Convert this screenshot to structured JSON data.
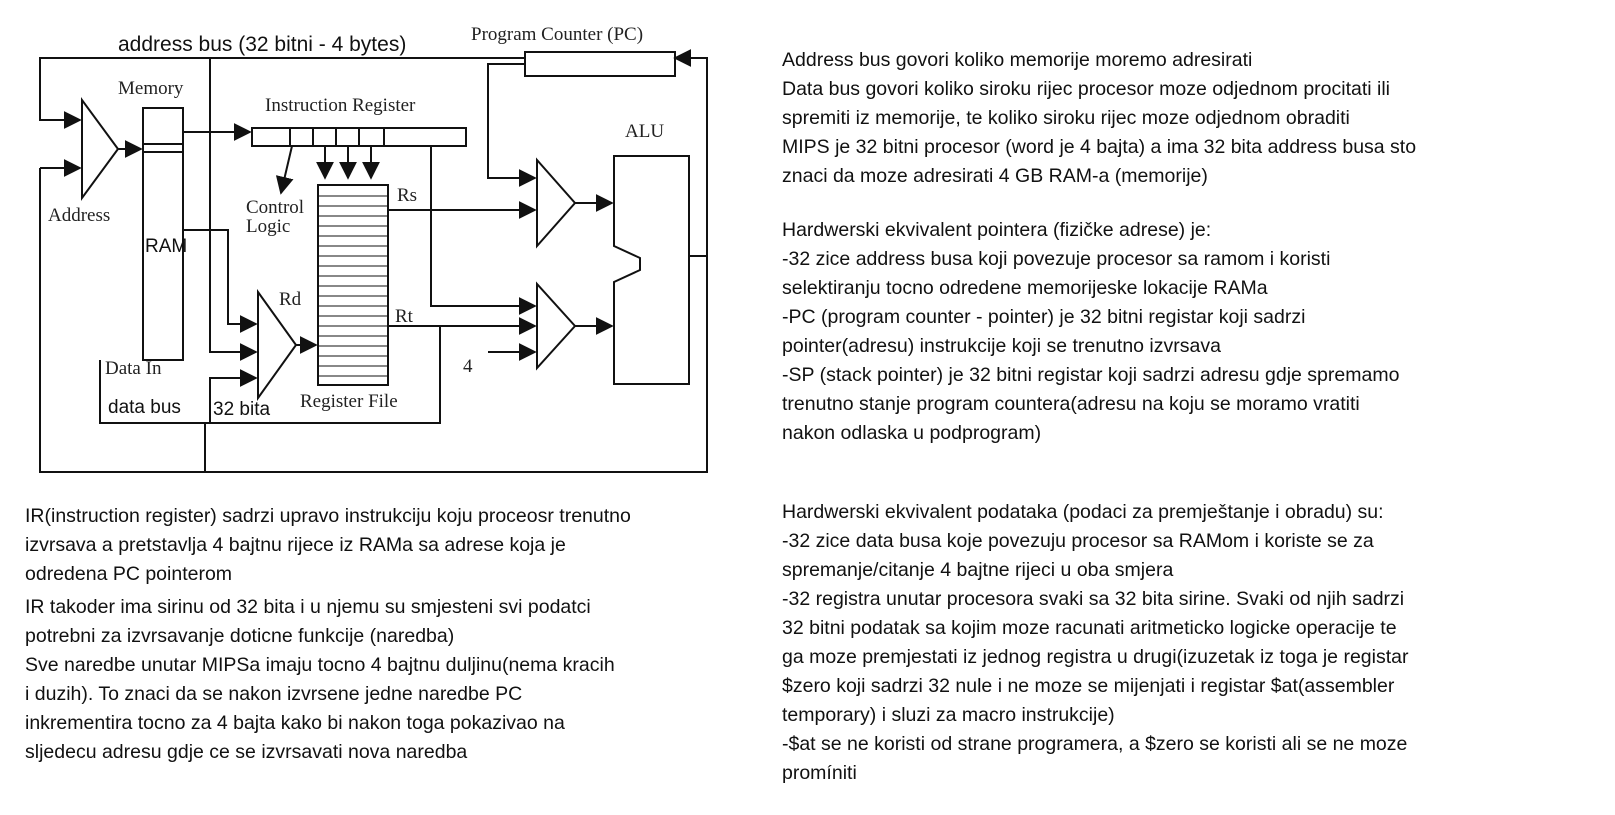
{
  "diagram": {
    "address_bus_label": "address bus (32 bitni - 4 bytes)",
    "pc_label": "Program Counter (PC)",
    "memory_label": "Memory",
    "ir_label": "Instruction Register",
    "alu_label": "ALU",
    "address_label": "Address",
    "ram_label": "RAM",
    "control_logic_line1": "Control",
    "control_logic_line2": "Logic",
    "rs_label": "Rs",
    "rd_label": "Rd",
    "rt_label": "Rt",
    "data_in_label": "Data In",
    "four_label": "4",
    "data_bus_label": "data bus",
    "bits32_label": "32 bita",
    "register_file_label": "Register File"
  },
  "notes": {
    "bus_info": [
      "Address bus govori koliko memorije moremo adresirati",
      "Data bus govori koliko siroku rijec procesor moze odjednom procitati ili",
      "spremiti iz memorije, te koliko siroku rijec moze odjednom obraditi",
      "MIPS je 32 bitni procesor (word je 4 bajta) a ima 32 bita address busa sto",
      "znaci da moze adresirati 4 GB RAM-a (memorije)"
    ],
    "pointer_info": [
      "Hardwerski ekvivalent pointera (fizičke adrese) je:",
      "-32 zice address busa koji povezuje procesor sa ramom i koristi",
      "selektiranju tocno odredene memorijeske lokacije RAMa",
      "-PC (program counter - pointer) je 32 bitni registar koji sadrzi",
      "pointer(adresu) instrukcije koji se trenutno izvrsava",
      "-SP (stack pointer) je 32 bitni registar koji sadrzi adresu gdje spremamo",
      "trenutno stanje program countera(adresu na koju se moramo vratiti",
      "nakon odlaska u podprogram)"
    ],
    "ir_info_1": [
      "IR(instruction register) sadrzi upravo instrukciju koju proceosr trenutno",
      "izvrsava a pretstavlja 4 bajtnu rijece iz RAMa sa adrese koja je",
      "odredena PC pointerom"
    ],
    "ir_info_2": [
      "IR takoder ima sirinu od 32 bita i u njemu su smjesteni svi podatci",
      "potrebni za izvrsavanje doticne funkcije (naredba)",
      "Sve naredbe unutar MIPSa imaju tocno 4 bajtnu duljinu(nema kracih",
      "i duzih). To znaci da se nakon izvrsene jedne naredbe PC",
      "inkrementira tocno za 4 bajta kako bi nakon toga pokazivao na",
      "sljedecu adresu gdje ce se izvrsavati nova naredba"
    ],
    "data_info_1": [
      "Hardwerski ekvivalent podataka (podaci za premještanje i obradu) su:",
      "-32 zice data busa koje povezuju procesor sa RAMom i koriste se za",
      "spremanje/citanje  4 bajtne rijeci u oba smjera",
      "-32 registra unutar procesora svaki sa 32 bita sirine. Svaki od njih sadrzi",
      "32 bitni podatak sa kojim moze racunati aritmeticko logicke operacije te",
      "ga moze premjestati iz jednog registra u drugi(izuzetak iz toga je registar",
      "$zero koji sadrzi 32 nule i ne moze se mijenjati i registar $at(assembler",
      "temporary) i sluzi za macro instrukcije)"
    ],
    "data_info_2": [
      "-$at se ne koristi od strane programera, a $zero se koristi ali se ne moze",
      "promíniti"
    ]
  }
}
